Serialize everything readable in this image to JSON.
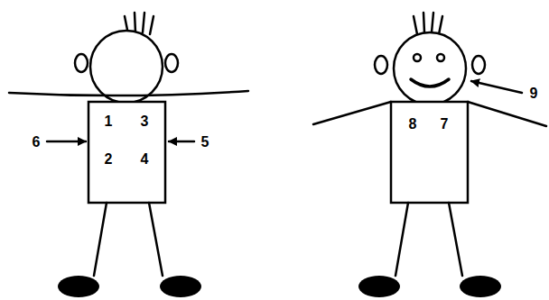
{
  "diagram": {
    "labels": [
      "1",
      "3",
      "6",
      "2",
      "4",
      "5",
      "8",
      "7",
      "9"
    ]
  }
}
